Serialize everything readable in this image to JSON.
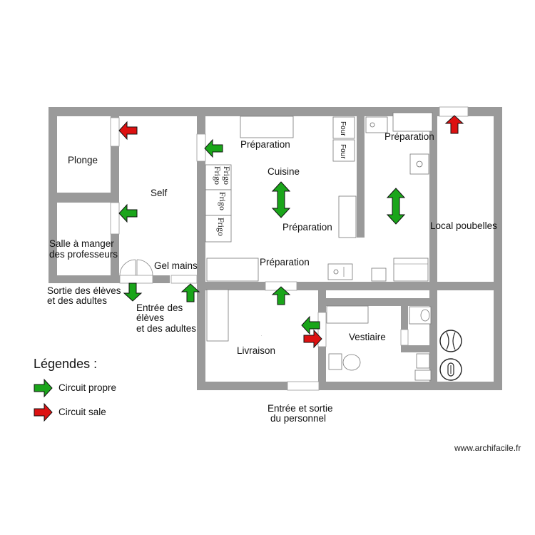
{
  "rooms": {
    "plonge": "Plonge",
    "self": "Self",
    "salle_line1": "Salle à manger",
    "salle_line2": "des professeurs",
    "gel": "Gel mains",
    "cuisine": "Cuisine",
    "prep_top": "Préparation",
    "prep_right": "Préparation",
    "prep_middle": "Préparation",
    "prep_bottom": "Préparation",
    "local": "Local poubelles",
    "livraison": "Livraison",
    "vestiaire": "Vestiaire"
  },
  "fixtures": {
    "four": "Four",
    "frigo": "Frigo"
  },
  "entrances": {
    "sortie_line1": "Sortie des élèves",
    "sortie_line2": "et des adultes",
    "entree_line1": "Entrée des",
    "entree_line2": "élèves",
    "entree_line3": "et des adultes",
    "personnel_line1": "Entrée et sortie",
    "personnel_line2": "du personnel"
  },
  "legend": {
    "title": "Légendes :",
    "clean": "Circuit propre",
    "dirty": "Circuit sale"
  },
  "colors": {
    "clean": "#1aa51a",
    "dirty": "#dd1111",
    "wall": "#9a9a9a"
  },
  "watermark": "www.archifacile.fr"
}
